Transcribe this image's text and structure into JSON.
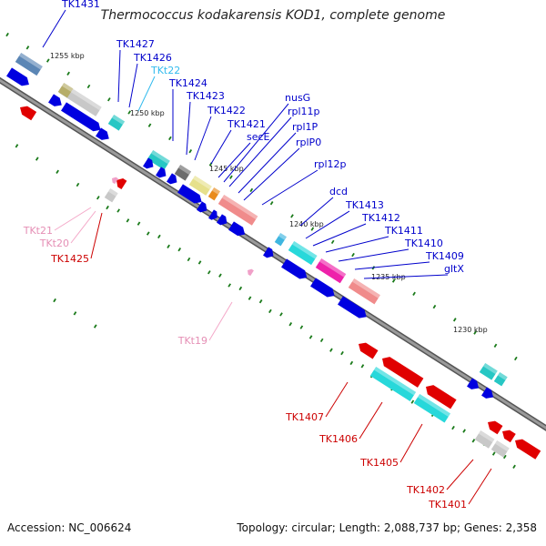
{
  "title": "Thermococcus kodakarensis KOD1, complete genome",
  "footer": {
    "accession": "Accession: NC_006624",
    "topology": "Topology: circular; Length: 2,088,737 bp; Genes: 2,358"
  },
  "colors": {
    "backbone": "#7a7a7a",
    "forward_gene": "#0000e0",
    "reverse_gene": "#e00000",
    "label_blue": "#0000cc",
    "label_red": "#cc0000",
    "label_pink": "#e58fb5",
    "label_cyan": "#33bbee",
    "tick": "#1a7a1a"
  },
  "scale_labels": [
    "1255 kbp",
    "1250 kbp",
    "1245 kbp",
    "1240 kbp",
    "1235 kbp",
    "1230 kbp"
  ],
  "gene_labels": [
    {
      "text": "TK1431",
      "color": "#0000cc"
    },
    {
      "text": "TK1427",
      "color": "#0000cc"
    },
    {
      "text": "TK1426",
      "color": "#0000cc"
    },
    {
      "text": "TKt22",
      "color": "#33bbee"
    },
    {
      "text": "TK1424",
      "color": "#0000cc"
    },
    {
      "text": "TK1423",
      "color": "#0000cc"
    },
    {
      "text": "TK1422",
      "color": "#0000cc"
    },
    {
      "text": "TK1421",
      "color": "#0000cc"
    },
    {
      "text": "secE",
      "color": "#0000cc"
    },
    {
      "text": "nusG",
      "color": "#0000cc"
    },
    {
      "text": "rpl11p",
      "color": "#0000cc"
    },
    {
      "text": "rpl1P",
      "color": "#0000cc"
    },
    {
      "text": "rplP0",
      "color": "#0000cc"
    },
    {
      "text": "rpl12p",
      "color": "#0000cc"
    },
    {
      "text": "dcd",
      "color": "#0000cc"
    },
    {
      "text": "TK1413",
      "color": "#0000cc"
    },
    {
      "text": "TK1412",
      "color": "#0000cc"
    },
    {
      "text": "TK1411",
      "color": "#0000cc"
    },
    {
      "text": "TK1410",
      "color": "#0000cc"
    },
    {
      "text": "TK1409",
      "color": "#0000cc"
    },
    {
      "text": "gltX",
      "color": "#0000cc"
    },
    {
      "text": "TKt21",
      "color": "#e58fb5"
    },
    {
      "text": "TKt20",
      "color": "#e58fb5"
    },
    {
      "text": "TK1425",
      "color": "#cc0000"
    },
    {
      "text": "TKt19",
      "color": "#e58fb5"
    },
    {
      "text": "TK1407",
      "color": "#cc0000"
    },
    {
      "text": "TK1406",
      "color": "#cc0000"
    },
    {
      "text": "TK1405",
      "color": "#cc0000"
    },
    {
      "text": "TK1402",
      "color": "#cc0000"
    },
    {
      "text": "TK1401",
      "color": "#cc0000"
    }
  ]
}
